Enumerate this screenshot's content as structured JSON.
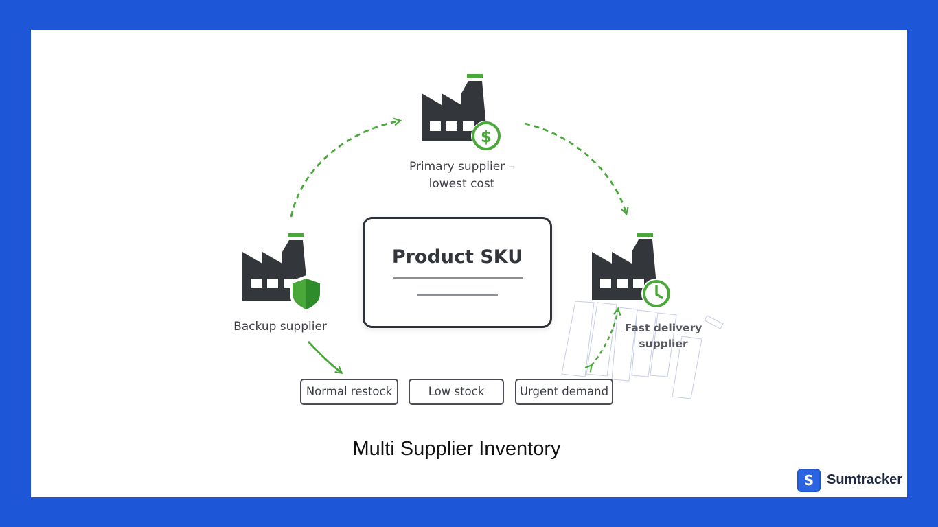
{
  "diagram": {
    "primary_supplier": {
      "line1": "Primary supplier –",
      "line2": "lowest cost",
      "badge_symbol": "$"
    },
    "backup_supplier": {
      "label": "Backup supplier"
    },
    "fast_supplier": {
      "line1": "Fast delivery",
      "line2": "supplier"
    },
    "sku": {
      "title": "Product SKU"
    },
    "states": [
      "Normal restock",
      "Low stock",
      "Urgent demand"
    ]
  },
  "caption": "Multi Supplier Inventory",
  "brand": {
    "icon_letter": "S",
    "name": "Sumtracker"
  },
  "colors": {
    "frame_blue": "#1d56d6",
    "factory_dark": "#33363b",
    "accent_green": "#4aa83a",
    "text_dark": "#3b3e44"
  },
  "icons": [
    "factory-icon",
    "dollar-badge-icon",
    "shield-icon",
    "clock-icon",
    "dashed-arrow"
  ]
}
